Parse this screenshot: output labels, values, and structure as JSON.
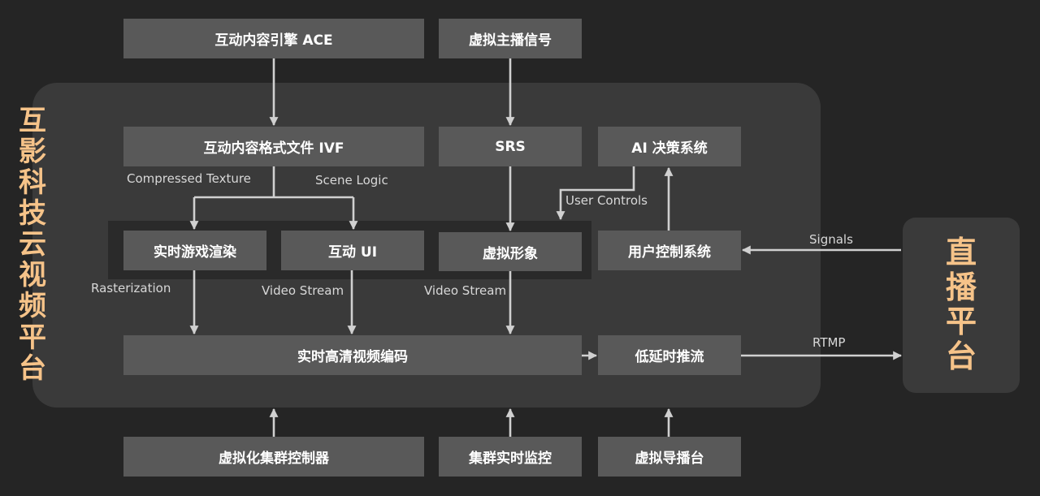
{
  "left_title": "互影科技云视频平台",
  "right_title": "直播平台",
  "boxes": {
    "ace": "互动内容引擎 ACE",
    "anchor_signal": "虚拟主播信号",
    "ivf": "互动内容格式文件 IVF",
    "srs": "SRS",
    "ai": "AI 决策系统",
    "render": "实时游戏渲染",
    "interactive_ui": "互动 UI",
    "avatar": "虚拟形象",
    "user_control": "用户控制系统",
    "encode": "实时高清视频编码",
    "push": "低延时推流",
    "cluster_ctrl": "虚拟化集群控制器",
    "cluster_monitor": "集群实时监控",
    "director": "虚拟导播台"
  },
  "labels": {
    "compressed_texture": "Compressed Texture",
    "scene_logic": "Scene Logic",
    "user_controls": "User Controls",
    "signals": "Signals",
    "rasterization": "Rasterization",
    "video_stream_1": "Video Stream",
    "video_stream_2": "Video Stream",
    "rtmp": "RTMP"
  },
  "colors": {
    "background": "#252525",
    "region": "#3a3a3a",
    "box": "#595959",
    "title_accent": "#f6c389",
    "arrow": "#d0d0d0"
  }
}
